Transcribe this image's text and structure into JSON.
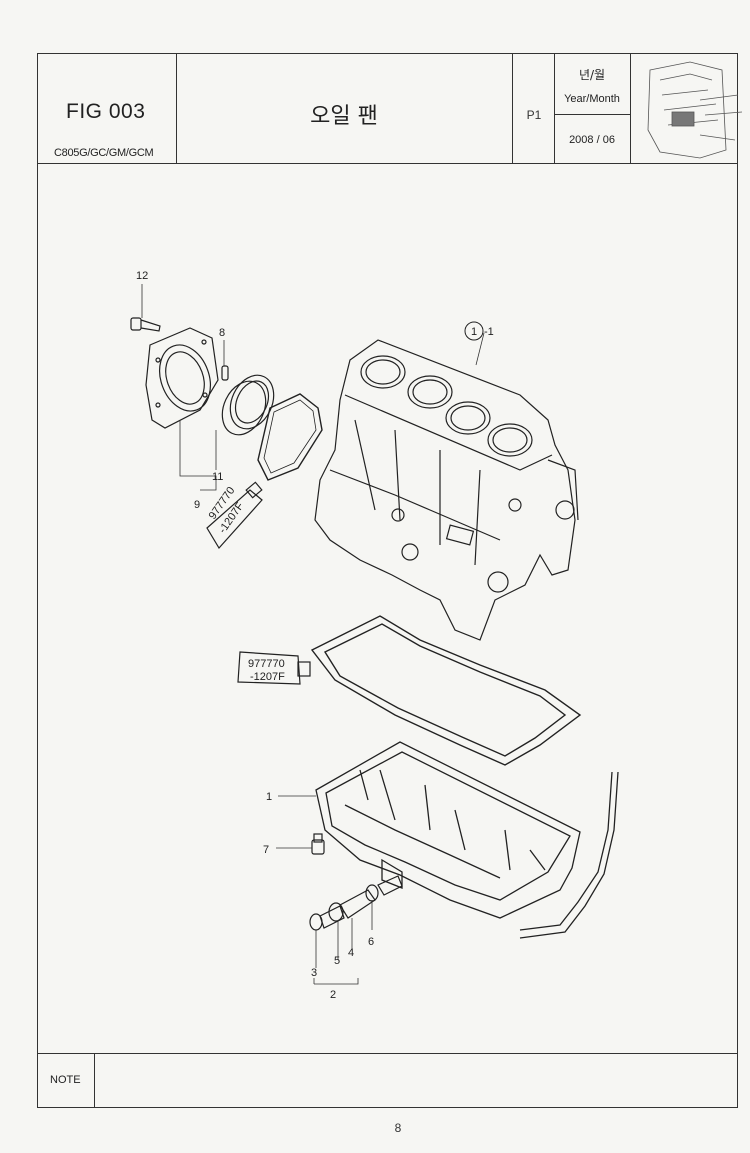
{
  "header": {
    "fig_label": "FIG 003",
    "model_label": "C805G/GC/GM/GCM",
    "title": "오일 팬",
    "page_code": "P1",
    "year_month_korean": "년/월",
    "year_month_label": "Year/Month",
    "date": "2008 / 06"
  },
  "callouts": {
    "c12": "12",
    "c8": "8",
    "c1_1_circle": "1",
    "c1_1_suffix": "-1",
    "c11": "11",
    "c9": "9",
    "c1": "1",
    "c7": "7",
    "c6": "6",
    "c4": "4",
    "c5": "5",
    "c3": "3",
    "c2": "2"
  },
  "sealant_tube_code_top": "977770",
  "sealant_tube_code_bottom": "-1207F",
  "footer": {
    "note_label": "NOTE",
    "page_number": "8"
  }
}
